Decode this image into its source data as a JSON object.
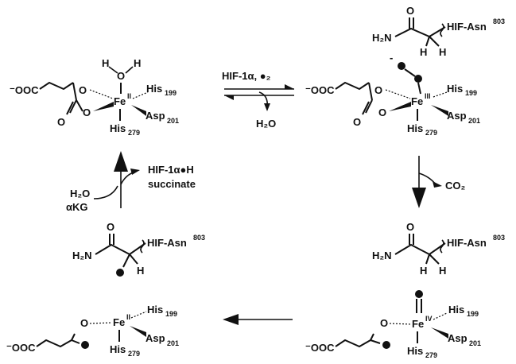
{
  "diagram": {
    "step1_reagents": "HIF-1α, ●₂",
    "step1_product": "H₂O",
    "step2_product": "CO₂",
    "step4_inputs_line1": "H₂O",
    "step4_inputs_line2": "αKG",
    "step4_outputs_line1": "HIF-1α●H",
    "step4_outputs_line2": "succinate"
  },
  "labels": {
    "ooc": "⁻OOC",
    "o": "O",
    "h": "H",
    "h2n": "H₂N",
    "fe": "Fe",
    "fe_ii": "II",
    "fe_iii": "III",
    "fe_iv": "IV",
    "his199": "His",
    "his199_num": "199",
    "his279": "His",
    "his279_num": "279",
    "asp201": "Asp",
    "asp201_num": "201",
    "hif_asn": "HIF-Asn",
    "hif_asn_num": "803",
    "superoxide_charge": "-"
  },
  "colors": {
    "ink": "#111111",
    "background": "#ffffff"
  }
}
